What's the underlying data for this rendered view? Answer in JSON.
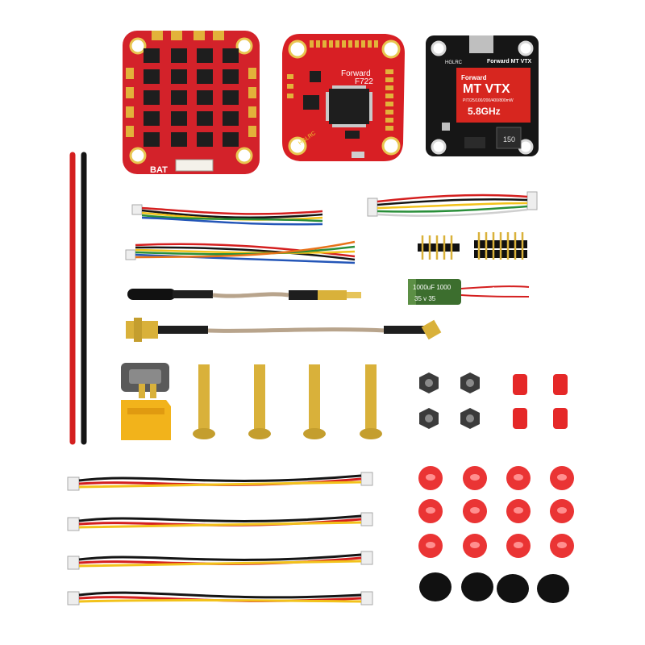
{
  "esc_board": {
    "label_bat": "BAT"
  },
  "fc_board": {
    "brand": "Forward",
    "model": "F722",
    "logo": "HGLRC"
  },
  "vtx_board": {
    "header_logo": "HGLRC",
    "header_title": "Forward MT VTX",
    "brand": "Forward",
    "title": "MT VTX",
    "power": "PIT/25/100/200/400/800mW",
    "freq": "5.8GHz",
    "inductor": "150"
  },
  "capacitor": {
    "marking_top": "1000uF 1000",
    "marking_bottom": "35 v 35"
  },
  "colors": {
    "pcb_red": "#d3222a",
    "pcb_dark": "#1c1c1c",
    "gold": "#d9b13a",
    "wire_red": "#d41f1f",
    "wire_black": "#151515",
    "wire_yellow": "#f2c21b",
    "wire_orange": "#e8731a",
    "xt60_yellow": "#f2b31b",
    "cable_tan": "#b8a48c",
    "cap_green": "#3c6e2e",
    "damper_red": "#e52828"
  }
}
